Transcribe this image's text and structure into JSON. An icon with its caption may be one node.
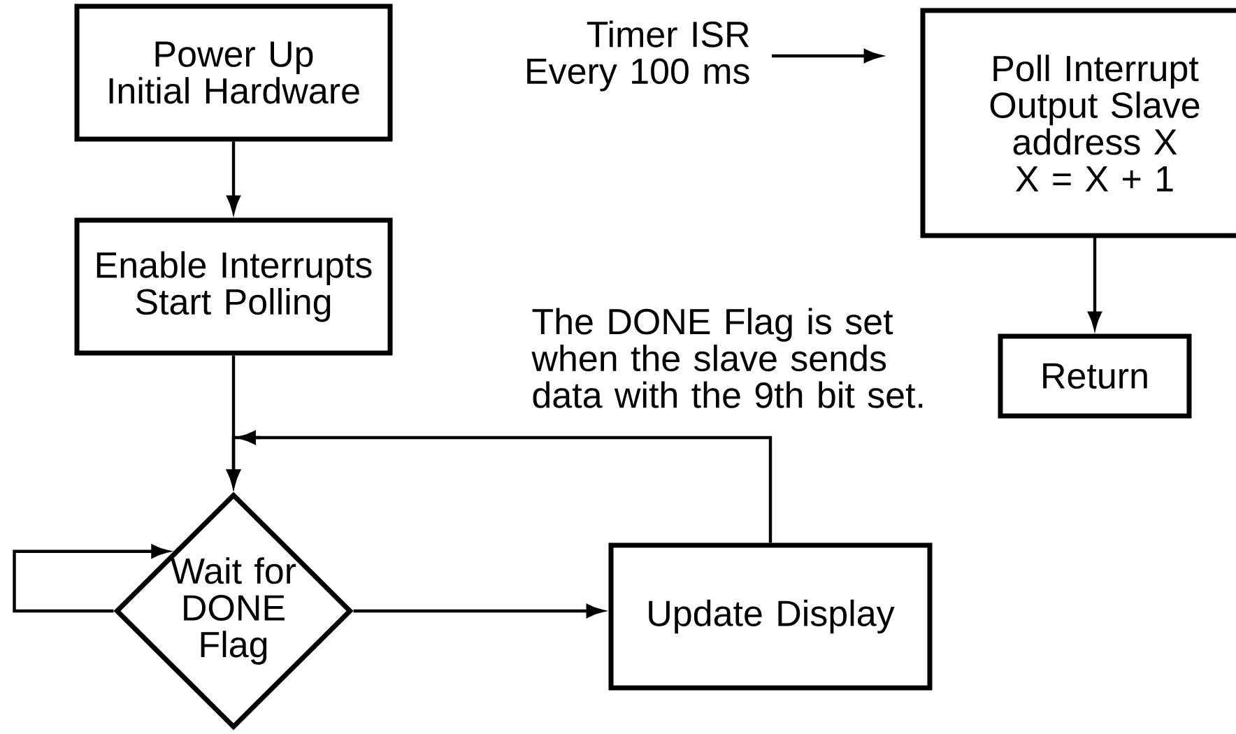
{
  "diagram": {
    "nodes": [
      {
        "text": [
          "Power Up Initial Hardware"
        ]
      },
      {
        "text": [
          "Enable Interrupts Start Polling"
        ]
      },
      {
        "text": [
          "Wait for DONE Flag"
        ]
      },
      {
        "text": [
          "Update Display"
        ]
      },
      {
        "text": [
          "Timer ISR Every 100 ms"
        ]
      },
      {
        "text": [
          "Poll Interrupt Output Slave address X X = X + 1"
        ]
      },
      {
        "text": [
          "Return"
        ]
      }
    ],
    "edges": [
      {
        "from": 0,
        "to": 1,
        "arrow": "to"
      },
      {
        "from": 1,
        "to": 2,
        "arrow": "to"
      },
      {
        "from": 2,
        "to": 2,
        "arrow": "to"
      },
      {
        "from": 2,
        "to": 3,
        "arrow": "to"
      },
      {
        "from": 3,
        "to": 2,
        "arrow": "to"
      },
      {
        "from": 4,
        "to": 5,
        "arrow": "to"
      },
      {
        "from": 5,
        "to": 6,
        "arrow": "to"
      }
    ],
    "labels": [
      "The DONE Flag is set when the slave sends data with the 9th bit set."
    ]
  }
}
